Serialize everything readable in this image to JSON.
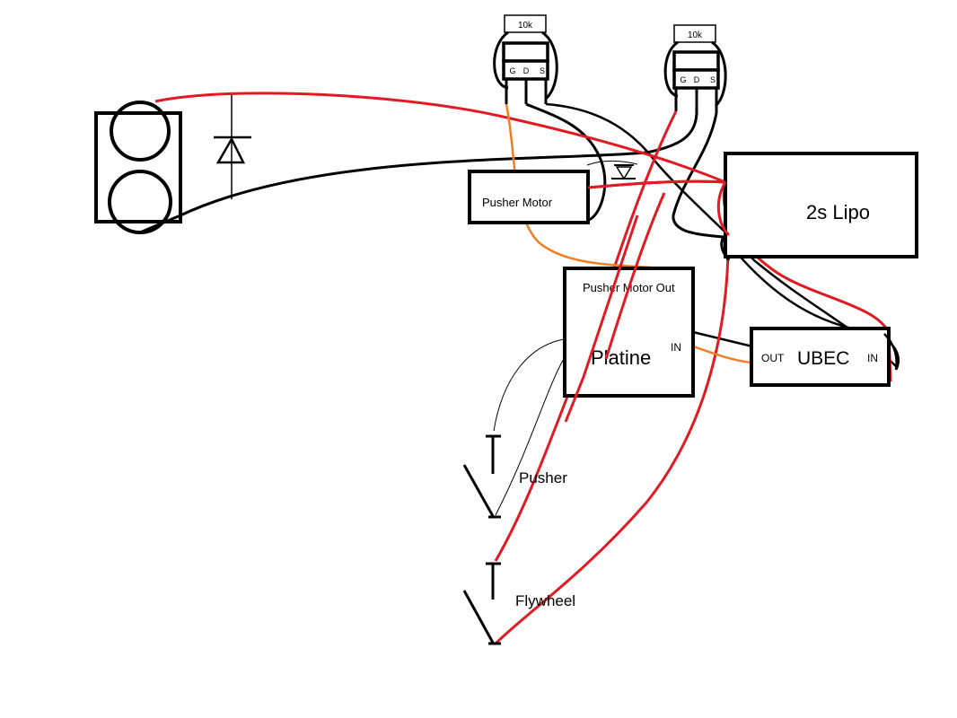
{
  "labels": {
    "resistor_left": "10k",
    "resistor_right": "10k",
    "mosfet_left_pins": [
      "G",
      "D",
      "S"
    ],
    "mosfet_right_pins": [
      "G",
      "D",
      "S"
    ],
    "pusher_motor": "Pusher Motor",
    "lipo": "2s Lipo",
    "platine_out": "Pusher Motor Out",
    "platine": "Platine",
    "platine_in": "IN",
    "ubec_out": "OUT",
    "ubec": "UBEC",
    "ubec_in": "IN",
    "switch_pusher": "Pusher",
    "switch_flywheel": "Flywheel"
  },
  "colors": {
    "black_wire": "#000000",
    "red_wire": "#e01b24",
    "orange_wire": "#f07f24"
  }
}
